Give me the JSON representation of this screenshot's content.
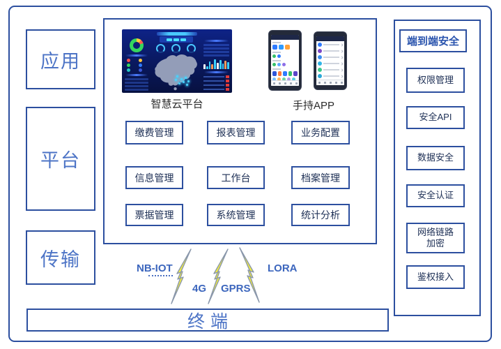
{
  "layers": {
    "labels": [
      "应用",
      "平台",
      "传输"
    ]
  },
  "platform_box": {
    "dashboard_caption": "智慧云平台",
    "app_caption": "手持APP",
    "modules": [
      "缴费管理",
      "报表管理",
      "业务配置",
      "信息管理",
      "工作台",
      "档案管理",
      "票据管理",
      "系统管理",
      "统计分析"
    ]
  },
  "security": {
    "title": "端到端安全",
    "items": [
      "权限管理",
      "安全API",
      "数据安全",
      "安全认证",
      "网络链路\n加密",
      "鉴权接入"
    ]
  },
  "network": {
    "labels": {
      "nbiot": "NB-IOT",
      "g4": "4G",
      "gprs": "GPRS",
      "lora": "LORA"
    }
  },
  "terminal": {
    "label": "终端"
  },
  "colors": {
    "border_blue": "#2c4f9f",
    "layer_label_blue": "#4d74c6",
    "module_text_navy": "#1d2f55",
    "security_title_blue": "#2b55ae",
    "network_label_blue": "#3c66bd",
    "bolt_yellow": "#f4ee3e",
    "bolt_outline": "#8a97ab",
    "dashboard_bg": "#0a1a64"
  }
}
